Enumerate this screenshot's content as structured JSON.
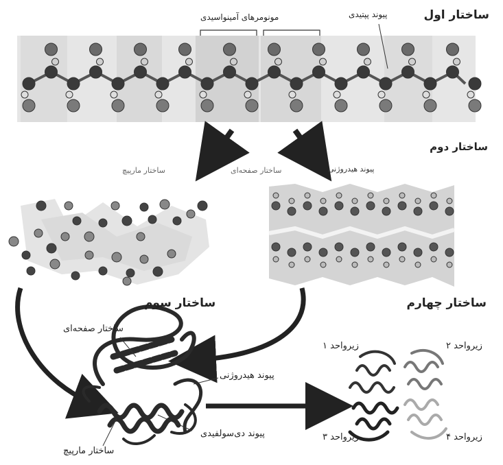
{
  "labels": {
    "primary_structure": "ساختار اول",
    "peptide_bond": "پیوند پپتیدی",
    "amino_acid_monomers": "مونومرهای آمینواسیدی",
    "secondary_structure": "ساختار دوم",
    "helix_structure_faint": "ساختار مارپیچ",
    "sheet_structure_faint": "ساختار صفحه‌ای",
    "hydrogen_bond_faint": "پیوند هیدروژنی",
    "tertiary_structure": "ساختار سوم",
    "quaternary_structure": "ساختار چهارم",
    "sheet_structure": "ساختار صفحه‌ای",
    "hydrogen_bond": "پیوند هیدروژنی",
    "disulfide_bond": "پیوند دی‌سولفیدی",
    "helix_structure": "ساختار مارپیچ",
    "subunit_1": "زیرواحد ۱",
    "subunit_2": "زیرواحد ۲",
    "subunit_3": "زیرواحد ۳",
    "subunit_4": "زیرواحد ۴"
  }
}
